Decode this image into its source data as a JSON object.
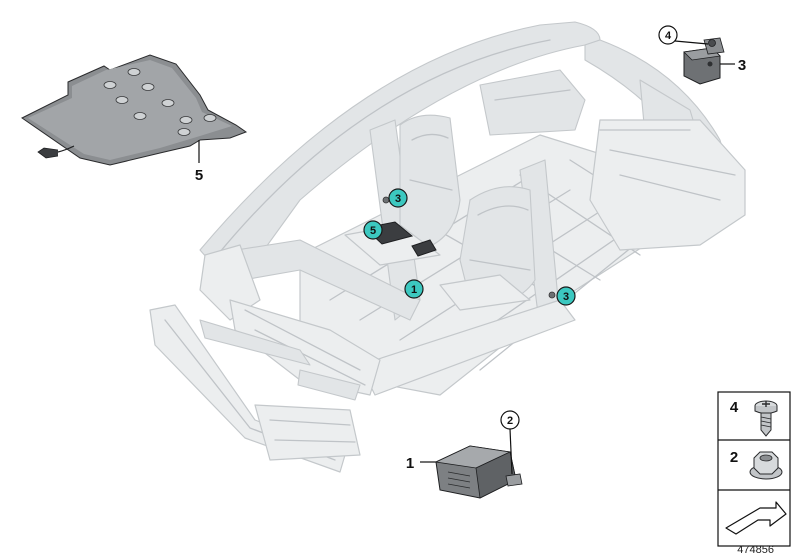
{
  "diagram": {
    "callouts": [
      {
        "id": "c3-top",
        "text": "3"
      },
      {
        "id": "c5",
        "text": "5"
      },
      {
        "id": "c1",
        "text": "1"
      },
      {
        "id": "c3-right",
        "text": "3"
      }
    ],
    "part_labels": [
      {
        "id": "lbl-5",
        "text": "5"
      },
      {
        "id": "lbl-4",
        "text": "4"
      },
      {
        "id": "lbl-3",
        "text": "3"
      },
      {
        "id": "lbl-2",
        "text": "2"
      },
      {
        "id": "lbl-1",
        "text": "1"
      }
    ],
    "hardware_legend": [
      {
        "text": "4"
      },
      {
        "text": "2"
      }
    ],
    "reference_number": "474856",
    "colors": {
      "callout_fill": "#3cc8c0",
      "callout_stroke": "#1a1a1a",
      "body": "#eceeef",
      "part": "#3b3d40"
    }
  }
}
